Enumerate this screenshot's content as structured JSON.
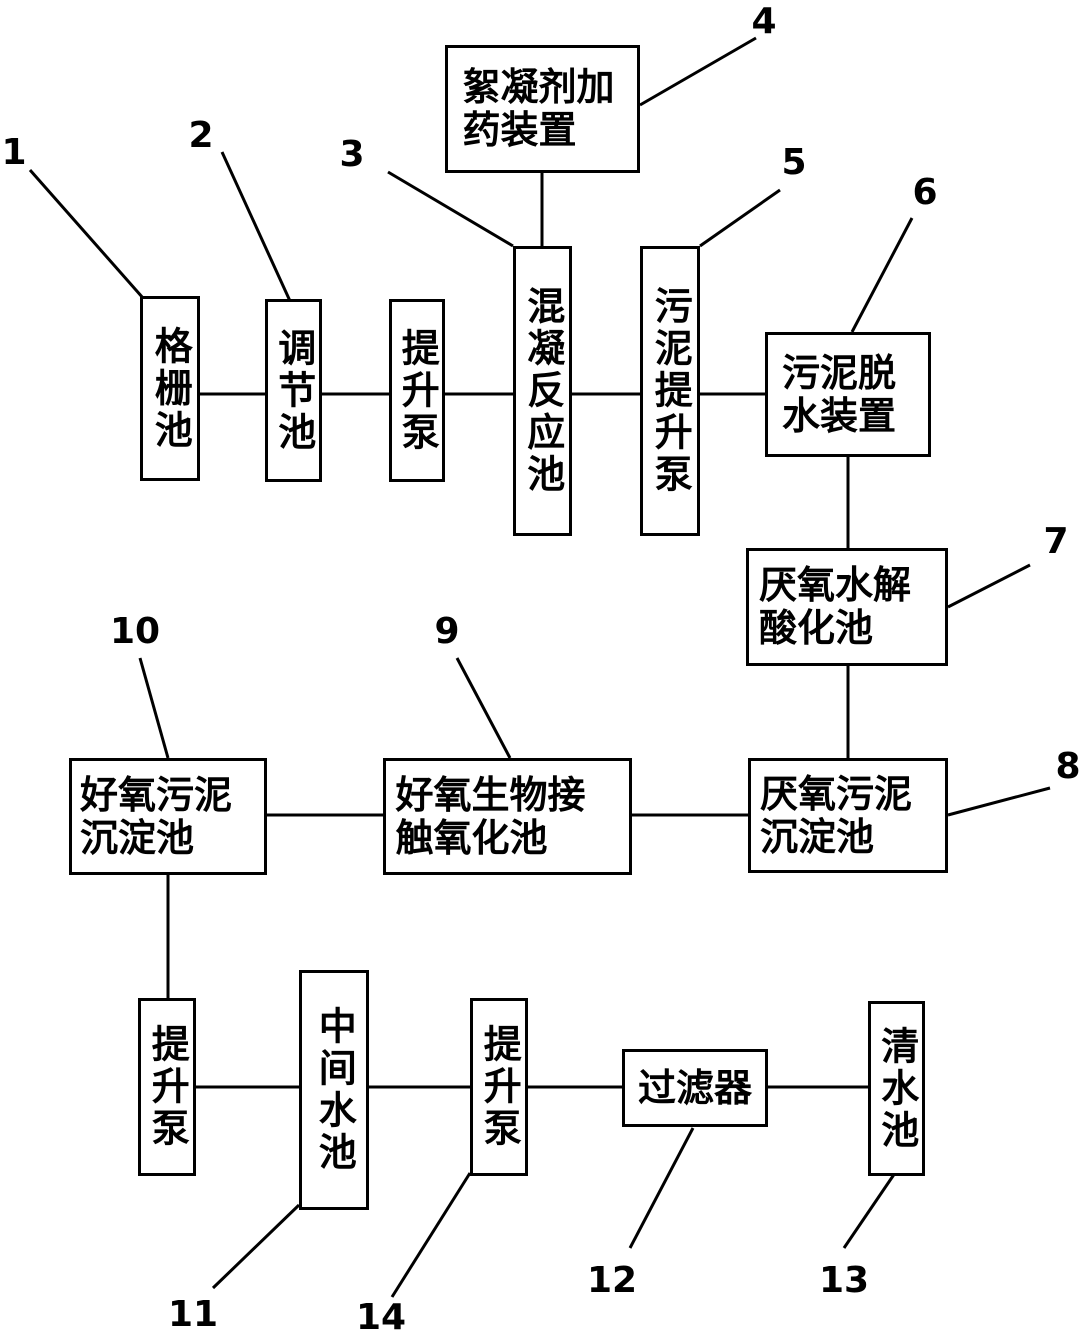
{
  "boxes": {
    "grille_tank": "格栅池",
    "regulating_tank": "调节池",
    "lift_pump_1": "提升泵",
    "coagulation_tank": "混凝反应池",
    "flocculant_dosing": "絮凝剂加药装置",
    "sludge_lift_pump": "污泥提升泵",
    "sludge_dewatering": "污泥脱水装置",
    "anaerobic_hydrolysis": "厌氧水解酸化池",
    "anaerobic_settling": "厌氧污泥沉淀池",
    "aerobic_contact": "好氧生物接触氧化池",
    "aerobic_settling": "好氧污泥沉淀池",
    "lift_pump_2": "提升泵",
    "intermediate_tank": "中间水池",
    "lift_pump_3": "提升泵",
    "filter": "过滤器",
    "clear_water_tank": "清水池"
  },
  "labels": {
    "n1": "1",
    "n2": "2",
    "n3": "3",
    "n4": "4",
    "n5": "5",
    "n6": "6",
    "n7": "7",
    "n8": "8",
    "n9": "9",
    "n10": "10",
    "n11": "11",
    "n12": "12",
    "n13": "13",
    "n14": "14"
  }
}
